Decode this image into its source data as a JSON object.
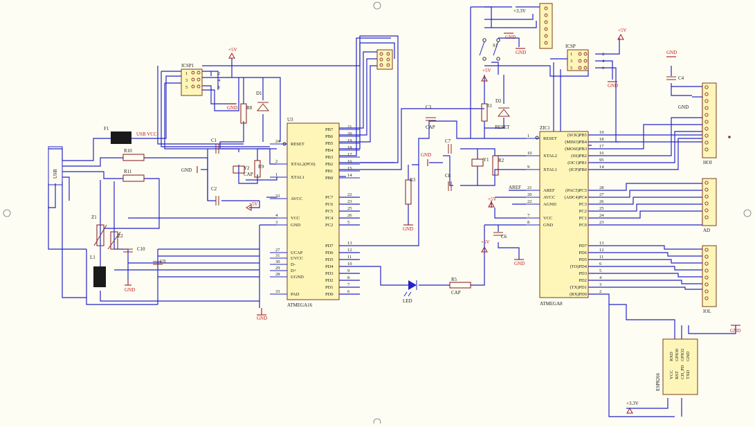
{
  "canvas": {
    "background": "#fdfdf3",
    "wire_color": "#2323c8",
    "part_color": "#8b2a2a"
  },
  "ic_u3": {
    "ref": "U3",
    "name": "ATMEGA16",
    "left_pins": [
      {
        "num": "24",
        "name": "RESET"
      },
      {
        "num": "2",
        "name": "XTAL2(PC0)"
      },
      {
        "num": "1",
        "name": "XTAL1"
      },
      {
        "num": "32",
        "name": "AVCC"
      },
      {
        "num": "4",
        "name": "VCC"
      },
      {
        "num": "3",
        "name": "GND"
      },
      {
        "num": "27",
        "name": "UCAP"
      },
      {
        "num": "31",
        "name": "UVCC"
      },
      {
        "num": "30",
        "name": "D-"
      },
      {
        "num": "29",
        "name": "D+"
      },
      {
        "num": "28",
        "name": "UGND"
      },
      {
        "num": "33",
        "name": "PAD"
      }
    ],
    "right_pins": [
      {
        "num": "21",
        "name": "PB7"
      },
      {
        "num": "20",
        "name": "PB6"
      },
      {
        "num": "19",
        "name": "PB5"
      },
      {
        "num": "18",
        "name": "PB4"
      },
      {
        "num": "17",
        "name": "PB3"
      },
      {
        "num": "16",
        "name": "PB2"
      },
      {
        "num": "15",
        "name": "PB1"
      },
      {
        "num": "14",
        "name": "PB0"
      },
      {
        "num": "22",
        "name": "PC7"
      },
      {
        "num": "23",
        "name": "PC6"
      },
      {
        "num": "25",
        "name": "PC5"
      },
      {
        "num": "26",
        "name": "PC4"
      },
      {
        "num": "5",
        "name": "PC2"
      },
      {
        "num": "13",
        "name": "PD7"
      },
      {
        "num": "12",
        "name": "PD6"
      },
      {
        "num": "11",
        "name": "PD5"
      },
      {
        "num": "10",
        "name": "PD4"
      },
      {
        "num": "9",
        "name": "PD3"
      },
      {
        "num": "8",
        "name": "PD2"
      },
      {
        "num": "7",
        "name": "PD1"
      },
      {
        "num": "6",
        "name": "PD0"
      }
    ]
  },
  "ic_zic1": {
    "ref": "ZIC1",
    "name": "ATMEGA8",
    "left_pins": [
      {
        "num": "1",
        "name": "RESET"
      },
      {
        "num": "10",
        "name": "XTAL2"
      },
      {
        "num": "9",
        "name": "XTAL1"
      },
      {
        "num": "21",
        "name": "AREF"
      },
      {
        "num": "20",
        "name": "AVCC"
      },
      {
        "num": "22",
        "name": "AGND"
      },
      {
        "num": "7",
        "name": "VCC"
      },
      {
        "num": "8",
        "name": "GND"
      }
    ],
    "right_pins": [
      {
        "num": "19",
        "name": "(SCK)PB5"
      },
      {
        "num": "18",
        "name": "(MISO)PB4"
      },
      {
        "num": "17",
        "name": "(MOSI)PB3"
      },
      {
        "num": "16",
        "name": "(SS)PB2"
      },
      {
        "num": "95",
        "name": "(OC1)PB1"
      },
      {
        "num": "14",
        "name": "(ICP)PB0"
      },
      {
        "num": "28",
        "name": "(PAC5)PC5"
      },
      {
        "num": "27",
        "name": "(ADC4)PC4"
      },
      {
        "num": "26",
        "name": "PC3"
      },
      {
        "num": "25",
        "name": "PC2"
      },
      {
        "num": "24",
        "name": "PC1"
      },
      {
        "num": "23",
        "name": "PC0"
      },
      {
        "num": "13",
        "name": "PD7"
      },
      {
        "num": "12",
        "name": "PD6"
      },
      {
        "num": "11",
        "name": "PD5"
      },
      {
        "num": "6",
        "name": "(TO)PD4"
      },
      {
        "num": "5",
        "name": "PD3"
      },
      {
        "num": "4",
        "name": "PD2"
      },
      {
        "num": "3",
        "name": "(TX)PD1"
      },
      {
        "num": "2",
        "name": "(RX)PD0"
      }
    ]
  },
  "esp": {
    "ref": "ESP8266",
    "col1": [
      "VCC",
      "RST",
      "CH_PD",
      "TXD"
    ],
    "col2": [
      "RXD",
      "GPIO0",
      "GPIO2",
      "GND"
    ]
  },
  "headers": {
    "icsp1": "ICSP1",
    "icsp": "ICSP",
    "icsp_pins_odd": [
      "1",
      "3",
      "5"
    ],
    "icsp_pins_even": [
      "2",
      "4",
      "6"
    ],
    "hoi": "HOI",
    "ad": "AD",
    "iol": "IOL"
  },
  "labels": {
    "f1": "F1",
    "usb_vcc": "USB VCC",
    "usb": "USB",
    "r10": "R10",
    "r11": "R11",
    "r8": "R8",
    "r9": "R9",
    "r3": "R3",
    "r1": "R1",
    "r2": "R2",
    "r5": "R5",
    "d1": "D1",
    "d2": "D2",
    "c1": "C1",
    "c2": "C2",
    "c3": "C3",
    "c4": "C4",
    "c6": "C6",
    "c7": "C7",
    "c8": "C8",
    "c9": "C9",
    "c10": "C10",
    "y1": "Y1",
    "y2": "Y2",
    "z1": "Z1",
    "z2": "Z2",
    "l1": "L1",
    "cap": "CAP",
    "gnd": "GND",
    "p5v": "+5V",
    "p33v": "+3.3V",
    "led": "LED",
    "reset": "RESET",
    "s1": "S1",
    "aref": "AREF"
  }
}
